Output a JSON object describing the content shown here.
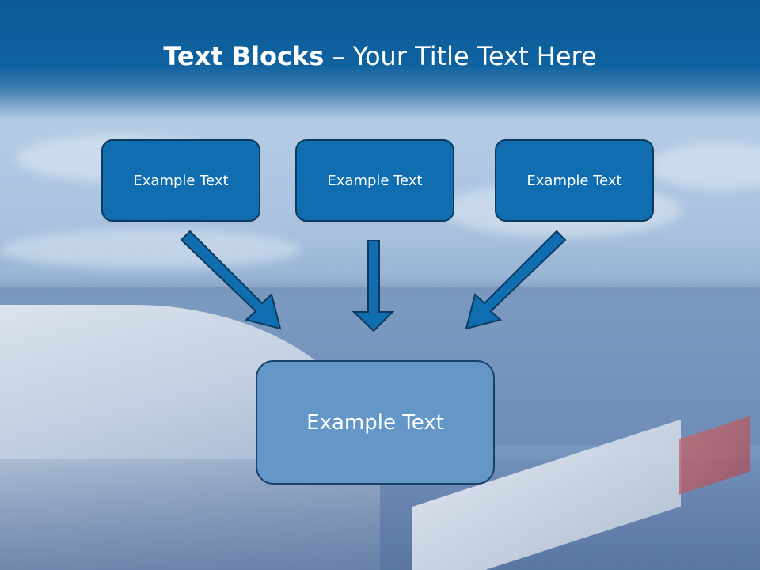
{
  "slide": {
    "title_bold": "Text Blocks",
    "title_dash": " – ",
    "title_rest": "Your Title Text Here",
    "blocks": [
      {
        "label": "Example Text"
      },
      {
        "label": "Example Text"
      },
      {
        "label": "Example Text"
      }
    ],
    "main_block": {
      "label": "Example Text"
    }
  },
  "colors": {
    "header": "#0f62a0",
    "block_fill": "#0f6db0",
    "main_block_fill": "#6497c8",
    "arrow_fill": "#0f6db0",
    "arrow_stroke": "#0b3a5e"
  }
}
